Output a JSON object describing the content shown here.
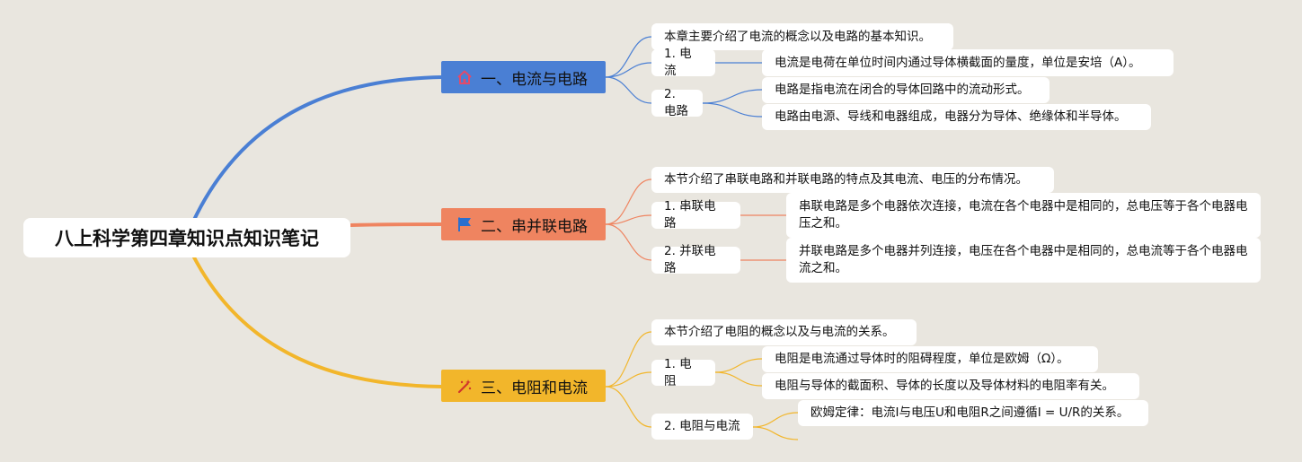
{
  "root": {
    "title": "八上科学第四章知识点知识笔记"
  },
  "branches": [
    {
      "title": "一、电流与电路",
      "icon": "home-icon",
      "color": "#4a7fd4",
      "intro": "本章主要介绍了电流的概念以及电路的基本知识。",
      "items": [
        {
          "label": "1. 电流",
          "details": [
            "电流是电荷在单位时间内通过导体横截面的量度，单位是安培（A）。"
          ]
        },
        {
          "label": "2. 电路",
          "details": [
            "电路是指电流在闭合的导体回路中的流动形式。",
            "电路由电源、导线和电器组成，电器分为导体、绝缘体和半导体。"
          ]
        }
      ]
    },
    {
      "title": "二、串并联电路",
      "icon": "flag-icon",
      "color": "#ef8460",
      "intro": "本节介绍了串联电路和并联电路的特点及其电流、电压的分布情况。",
      "items": [
        {
          "label": "1. 串联电路",
          "details": [
            "串联电路是多个电器依次连接，电流在各个电器中是相同的，总电压等于各个电器电压之和。"
          ]
        },
        {
          "label": "2. 并联电路",
          "details": [
            "并联电路是多个电器并列连接，电压在各个电器中是相同的，总电流等于各个电器电流之和。"
          ]
        }
      ]
    },
    {
      "title": "三、电阻和电流",
      "icon": "magic-wand-icon",
      "color": "#f2b62b",
      "intro": "本节介绍了电阻的概念以及与电流的关系。",
      "items": [
        {
          "label": "1. 电阻",
          "details": [
            "电阻是电流通过导体时的阻碍程度，单位是欧姆（Ω）。",
            "电阻与导体的截面积、导体的长度以及导体材料的电阻率有关。"
          ]
        },
        {
          "label": "2. 电阻与电流",
          "details": [
            "欧姆定律：电流I与电压U和电阻R之间遵循I = U/R的关系。"
          ]
        }
      ]
    }
  ]
}
